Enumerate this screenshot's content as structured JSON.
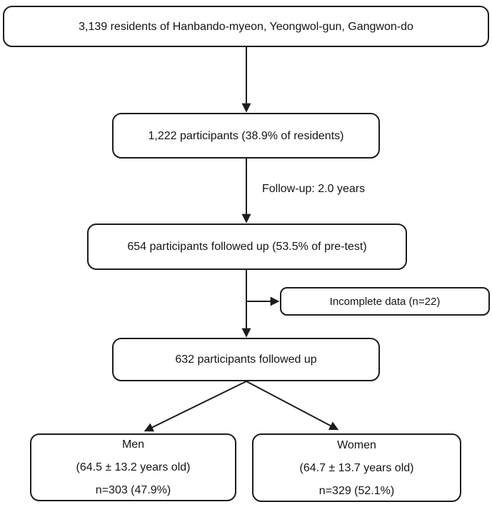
{
  "boxes": {
    "residents": {
      "text": "3,139 residents of Hanbando-myeon,  Yeongwol-gun,  Gangwon-do"
    },
    "participants": {
      "text": "1,222 participants  (38.9% of residents)"
    },
    "followed_654": {
      "text": "654 participants  followed up (53.5% of pre-test)"
    },
    "incomplete": {
      "text": "Incomplete data (n=22)"
    },
    "followed_632": {
      "text": "632 participants  followed up"
    },
    "men": {
      "title": "Men",
      "age": "(64.5 ± 13.2 years old)",
      "count": "n=303 (47.9%)"
    },
    "women": {
      "title": "Women",
      "age": "(64.7 ± 13.7 years old)",
      "count": "n=329 (52.1%)"
    }
  },
  "labels": {
    "follow_up": "Follow-up: 2.0 years"
  },
  "colors": {
    "line": "#1c1c1c",
    "background": "#ffffff",
    "text": "#141414"
  }
}
